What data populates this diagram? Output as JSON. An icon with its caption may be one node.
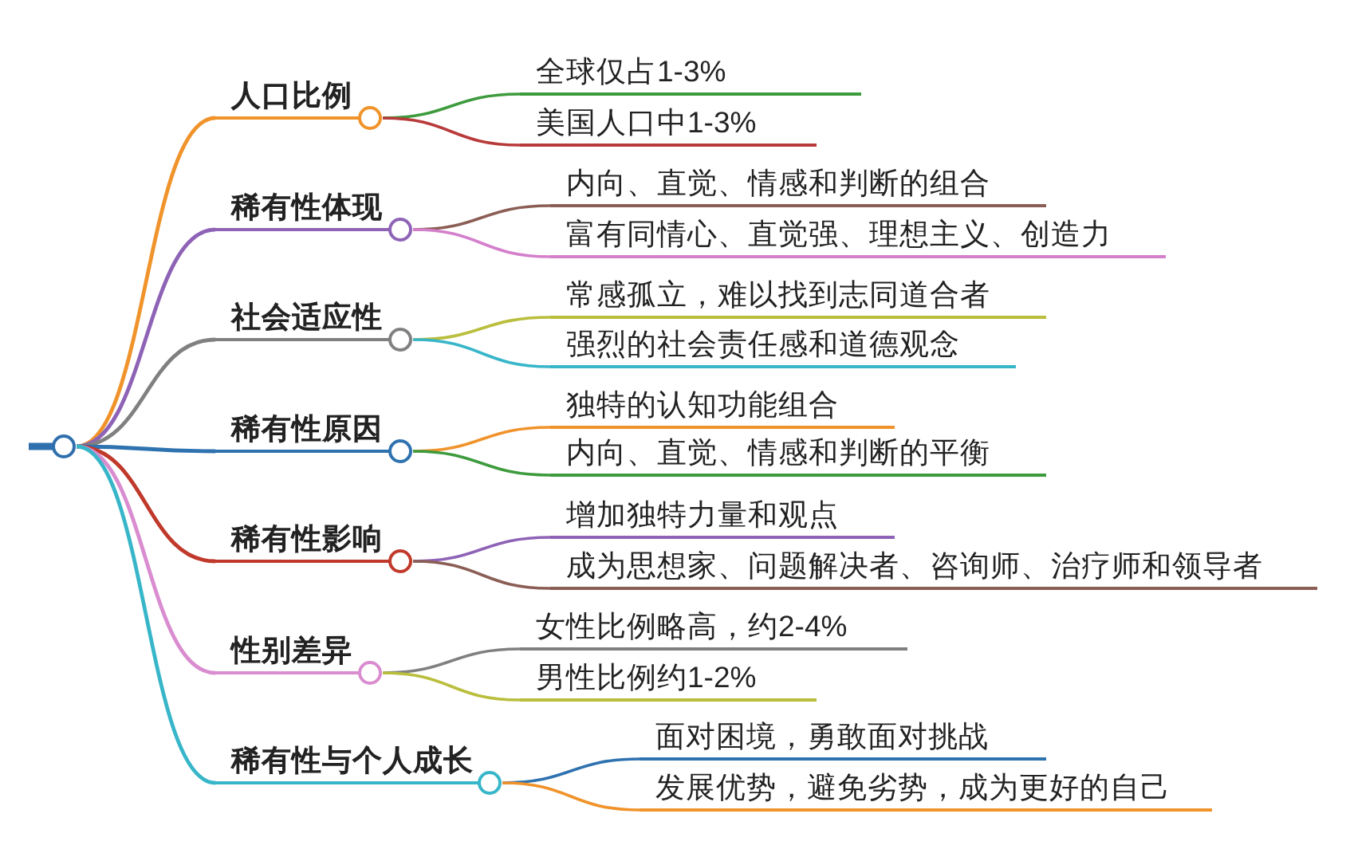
{
  "diagram": {
    "nodes": [
      {
        "text": [],
        "shape": "circle"
      },
      {
        "text": [
          "人口比例"
        ]
      },
      {
        "text": [
          "全球仅占1-3%"
        ]
      },
      {
        "text": [
          "美国人口中1-3%"
        ]
      },
      {
        "text": [
          "稀有性体现"
        ]
      },
      {
        "text": [
          "内向、直觉、情感和判断的组合"
        ]
      },
      {
        "text": [
          "富有同情心、直觉强、理想主义、创造力"
        ]
      },
      {
        "text": [
          "社会适应性"
        ]
      },
      {
        "text": [
          "常感孤立，难以找到志同道合者"
        ]
      },
      {
        "text": [
          "强烈的社会责任感和道德观念"
        ]
      },
      {
        "text": [
          "稀有性原因"
        ]
      },
      {
        "text": [
          "独特的认知功能组合"
        ]
      },
      {
        "text": [
          "内向、直觉、情感和判断的平衡"
        ]
      },
      {
        "text": [
          "稀有性影响"
        ]
      },
      {
        "text": [
          "增加独特力量和观点"
        ]
      },
      {
        "text": [
          "成为思想家、问题解决者、咨询师、治疗师和领导者"
        ]
      },
      {
        "text": [
          "性别差异"
        ]
      },
      {
        "text": [
          "女性比例略高，约2-4%"
        ]
      },
      {
        "text": [
          "男性比例约1-2%"
        ]
      },
      {
        "text": [
          "稀有性与个人成长"
        ]
      },
      {
        "text": [
          "面对困境，勇敢面对挑战"
        ]
      },
      {
        "text": [
          "发展优势，避免劣势，成为更好的自己"
        ]
      }
    ],
    "edges": [
      {
        "from": 0,
        "to": 1,
        "arrow": "none",
        "color": "#f0932b"
      },
      {
        "from": 1,
        "to": 2,
        "arrow": "none",
        "color": "#3d9b3d"
      },
      {
        "from": 1,
        "to": 3,
        "arrow": "none",
        "color": "#b83a3a"
      },
      {
        "from": 0,
        "to": 4,
        "arrow": "none",
        "color": "#8e63b6"
      },
      {
        "from": 4,
        "to": 5,
        "arrow": "none",
        "color": "#8b5e55"
      },
      {
        "from": 4,
        "to": 6,
        "arrow": "none",
        "color": "#d47fcb"
      },
      {
        "from": 0,
        "to": 7,
        "arrow": "none",
        "color": "#808080"
      },
      {
        "from": 7,
        "to": 8,
        "arrow": "none",
        "color": "#b9be3c"
      },
      {
        "from": 7,
        "to": 9,
        "arrow": "none",
        "color": "#38b6c9"
      },
      {
        "from": 0,
        "to": 10,
        "arrow": "none",
        "color": "#2f72b0"
      },
      {
        "from": 10,
        "to": 11,
        "arrow": "none",
        "color": "#f0932b"
      },
      {
        "from": 10,
        "to": 12,
        "arrow": "none",
        "color": "#3d9b3d"
      },
      {
        "from": 0,
        "to": 13,
        "arrow": "none",
        "color": "#c0392b"
      },
      {
        "from": 13,
        "to": 14,
        "arrow": "none",
        "color": "#8e63b6"
      },
      {
        "from": 13,
        "to": 15,
        "arrow": "none",
        "color": "#8b5e55"
      },
      {
        "from": 0,
        "to": 16,
        "arrow": "none",
        "color": "#d98ccf"
      },
      {
        "from": 16,
        "to": 17,
        "arrow": "none",
        "color": "#808080"
      },
      {
        "from": 16,
        "to": 18,
        "arrow": "none",
        "color": "#b9be3c"
      },
      {
        "from": 0,
        "to": 19,
        "arrow": "none",
        "color": "#38b6c9"
      },
      {
        "from": 19,
        "to": 20,
        "arrow": "none",
        "color": "#2f72b0"
      },
      {
        "from": 19,
        "to": 21,
        "arrow": "none",
        "color": "#f0932b"
      }
    ]
  }
}
